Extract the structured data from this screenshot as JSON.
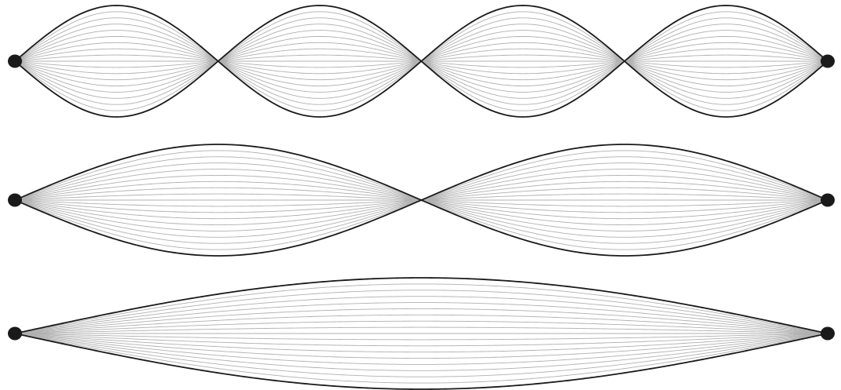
{
  "diagram": {
    "kind": "standing-wave-harmonics",
    "colors": {
      "background": "#ffffff",
      "envelope": "#1a1a1a",
      "inner_lines": "#b0b0b0",
      "endpoint": "#1a1a1a"
    },
    "inner_line_count": 8,
    "strings": [
      {
        "name": "string-harmonic-4",
        "loops": 4
      },
      {
        "name": "string-harmonic-2",
        "loops": 2
      },
      {
        "name": "string-harmonic-1",
        "loops": 1
      }
    ]
  }
}
